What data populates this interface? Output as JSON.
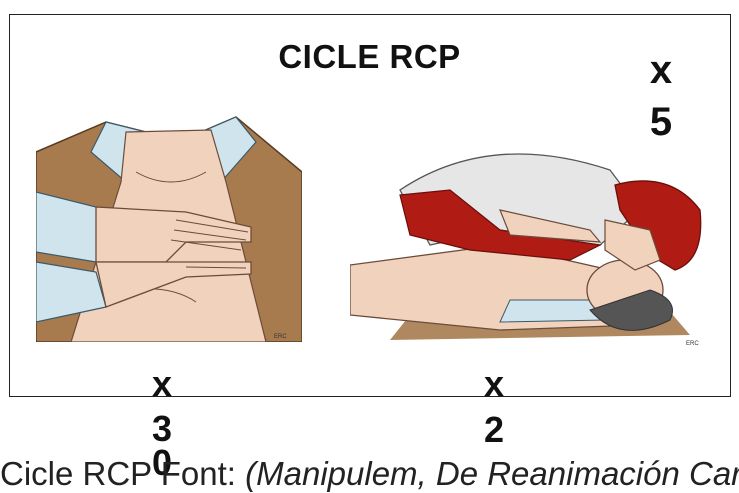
{
  "figure": {
    "title": "CICLE RCP",
    "cycles": {
      "x": "x",
      "n": "5"
    },
    "compressions": {
      "x": "x",
      "n": "30"
    },
    "breaths": {
      "x": "x",
      "n": "2"
    },
    "watermark": "ERC"
  },
  "caption": {
    "lead": "Cicle RCP Font:",
    "source": "(Manipulem, De Reanimación Cardio"
  },
  "colors": {
    "skin": "#f1d2bd",
    "shirt": "#a77b4e",
    "rescuer_shirt": "#e6e6e6",
    "rescuer_hair": "#b01b14",
    "rescuer_pants": "#b01b14"
  },
  "icons": [
    "chest-compression-illustration",
    "rescue-breath-illustration"
  ]
}
